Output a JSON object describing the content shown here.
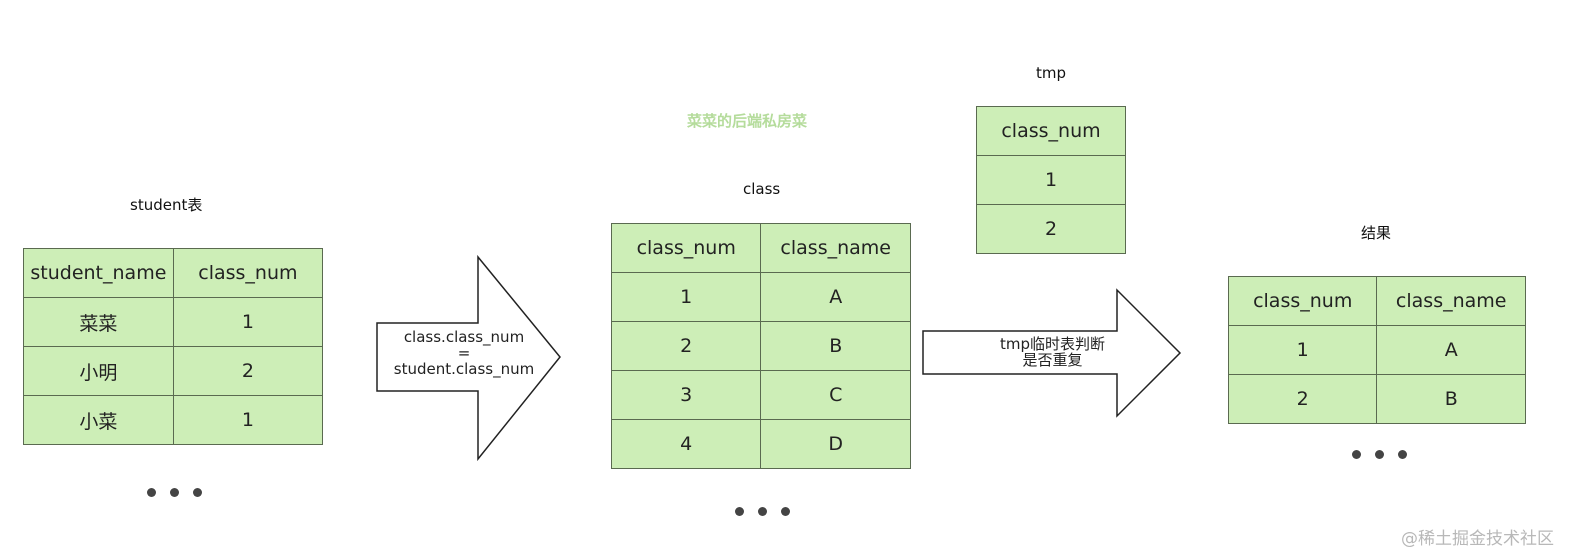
{
  "watermark": {
    "text": "菜菜的后端私房菜",
    "color": "#b5dc9c"
  },
  "student": {
    "caption": "student表",
    "headers": [
      "student_name",
      "class_num"
    ],
    "rows": [
      [
        "菜菜",
        "1"
      ],
      [
        "小明",
        "2"
      ],
      [
        "小菜",
        "1"
      ]
    ]
  },
  "arrow1": {
    "lines": [
      "class.class_num",
      "=",
      "student.class_num"
    ]
  },
  "class_table": {
    "caption": "class",
    "headers": [
      "class_num",
      "class_name"
    ],
    "rows": [
      [
        "1",
        "A"
      ],
      [
        "2",
        "B"
      ],
      [
        "3",
        "C"
      ],
      [
        "4",
        "D"
      ]
    ]
  },
  "tmp": {
    "caption": "tmp",
    "headers": [
      "class_num"
    ],
    "rows": [
      [
        "1"
      ],
      [
        "2"
      ]
    ]
  },
  "arrow2": {
    "lines": [
      "tmp临时表判断",
      "是否重复"
    ]
  },
  "result": {
    "caption": "结果",
    "headers": [
      "class_num",
      "class_name"
    ],
    "rows": [
      [
        "1",
        "A"
      ],
      [
        "2",
        "B"
      ]
    ]
  },
  "footer": {
    "text": "@稀土掘金技术社区"
  },
  "colors": {
    "cell_fill": "#cdeeb7",
    "cell_border": "#5a6a50"
  }
}
